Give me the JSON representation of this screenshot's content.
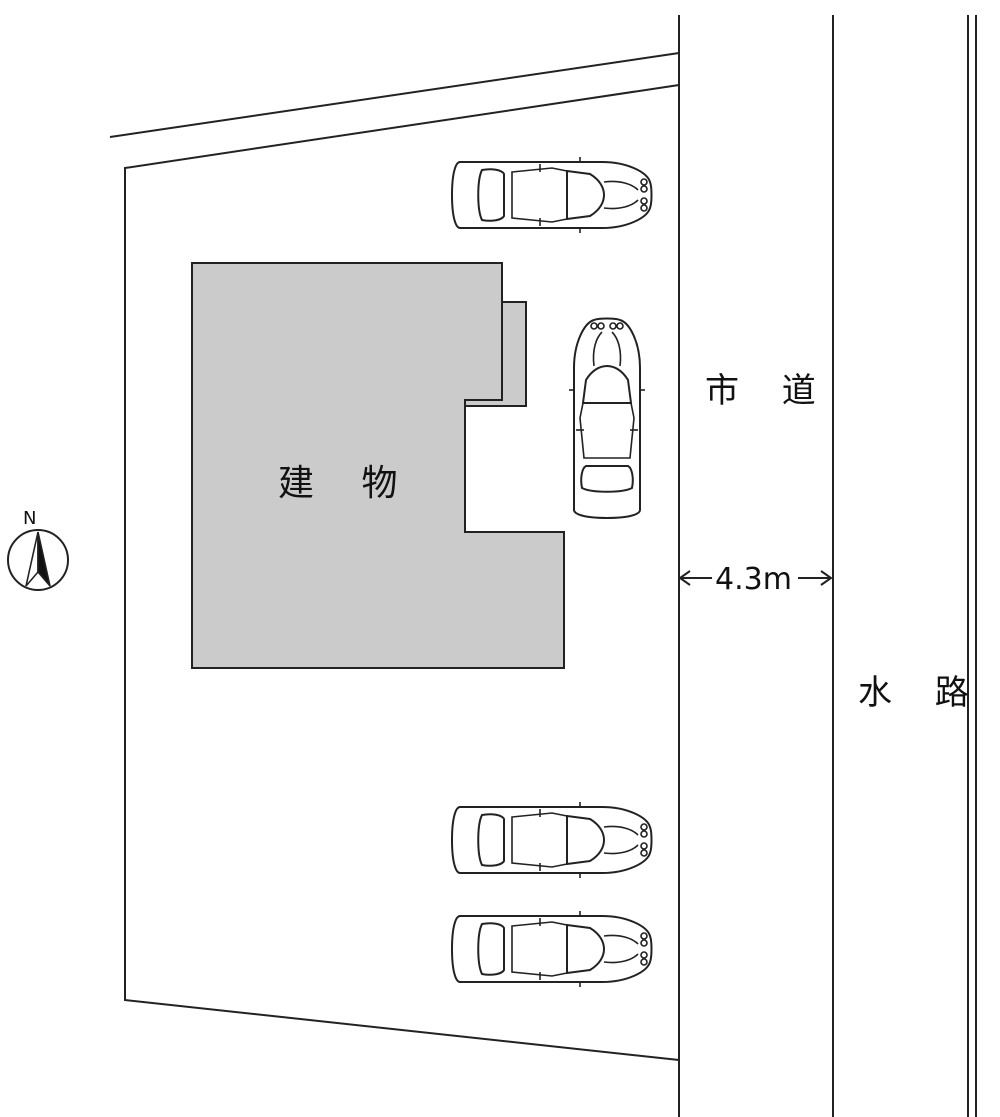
{
  "labels": {
    "building": "建 物",
    "city_road": "市 道",
    "waterway": "水 路",
    "road_width": "4.3m",
    "north": "N"
  },
  "colors": {
    "building_fill": "#cbcbcb",
    "line": "#222222",
    "background": "#ffffff"
  },
  "cars": [
    {
      "name": "car-top",
      "orientation": "facing-right"
    },
    {
      "name": "car-middle",
      "orientation": "facing-up"
    },
    {
      "name": "car-lower",
      "orientation": "facing-right"
    },
    {
      "name": "car-bottom",
      "orientation": "facing-right"
    }
  ],
  "icons": {
    "compass": "north-arrow-icon",
    "dimension_arrows": "double-arrow-icon"
  }
}
